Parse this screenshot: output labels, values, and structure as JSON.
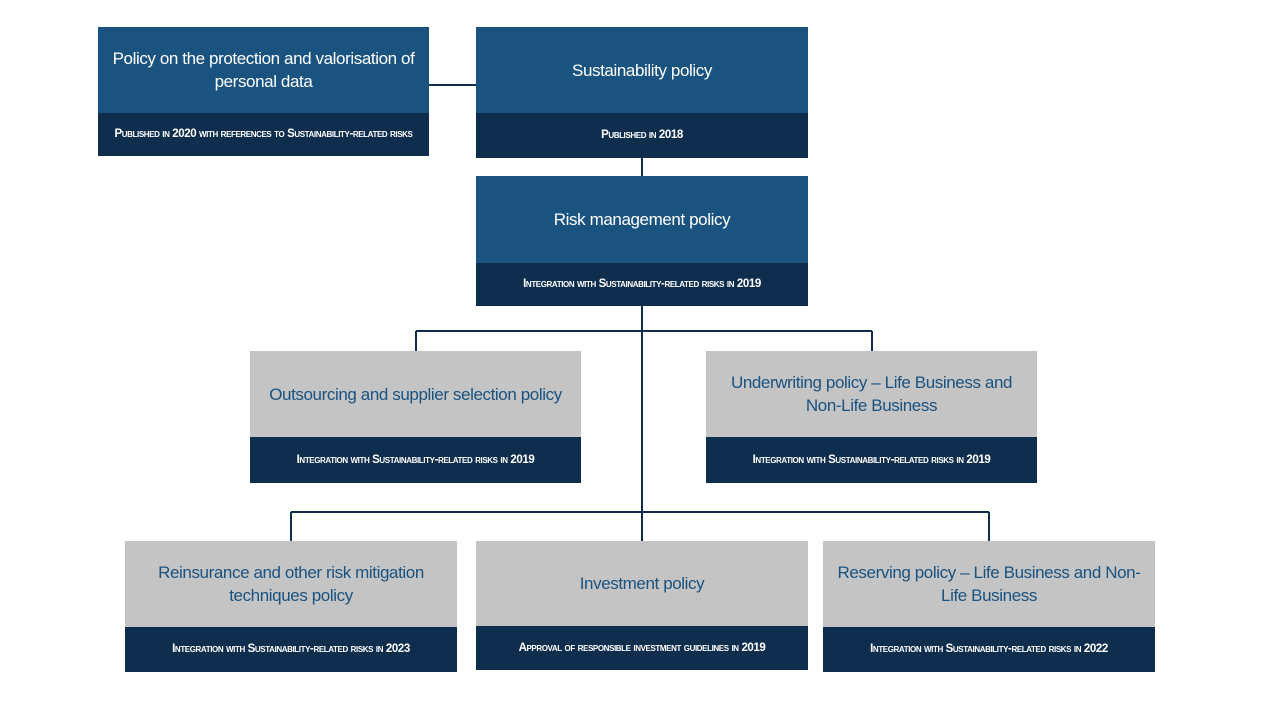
{
  "nodes": {
    "personal_data": {
      "title": "Policy on the protection and valorisation of personal data",
      "note": "Published in 2020 with references to Sustainability-related risks"
    },
    "sustainability": {
      "title": "Sustainability policy",
      "note": "Published in 2018"
    },
    "risk_management": {
      "title": "Risk management policy",
      "note": "Integration with Sustainability-related risks in 2019"
    },
    "outsourcing": {
      "title": "Outsourcing and supplier selection policy",
      "note": "Integration with Sustainability-related risks in 2019"
    },
    "underwriting": {
      "title": "Underwriting policy – Life Business and Non-Life Business",
      "note": "Integration with Sustainability-related risks in 2019"
    },
    "reinsurance": {
      "title": "Reinsurance and other risk mitigation techniques policy",
      "note": "Integration with Sustainability-related risks in 2023"
    },
    "investment": {
      "title": "Investment policy",
      "note": "Approval of responsible investment guidelines in 2019"
    },
    "reserving": {
      "title": "Reserving policy – Life Business and Non-Life Business",
      "note": "Integration with Sustainability-related risks in 2022"
    }
  },
  "colors": {
    "primary_box": "#1a5280",
    "secondary_box": "#c4c4c4",
    "note_band": "#0f2e4e",
    "connector": "#0f2e4e"
  }
}
